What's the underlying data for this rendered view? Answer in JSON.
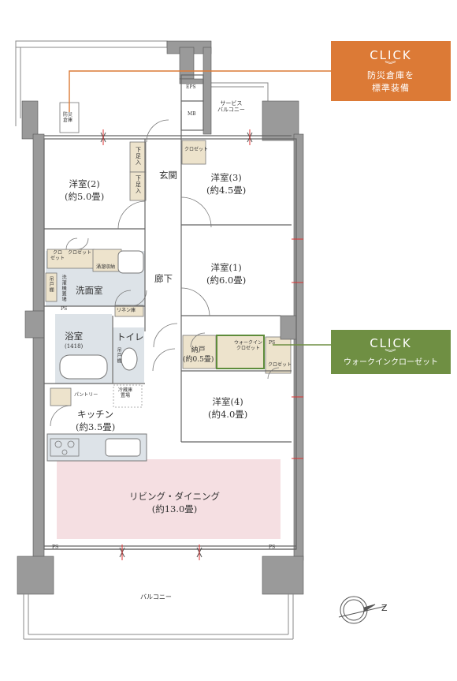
{
  "colors": {
    "wall": "#9a9a9a",
    "closet": "#ede3cc",
    "wet_area": "#dde3e8",
    "living_floor": "#f5dfe2",
    "orange_button": "#dc7a36",
    "green_button": "#6f8f43",
    "line": "#666666"
  },
  "rooms": {
    "western2": {
      "name": "洋室(2)",
      "size": "(約5.0畳)"
    },
    "western3": {
      "name": "洋室(3)",
      "size": "(約4.5畳)"
    },
    "western1": {
      "name": "洋室(1)",
      "size": "(約6.0畳)"
    },
    "western4": {
      "name": "洋室(4)",
      "size": "(約4.0畳)"
    },
    "kitchen": {
      "name": "キッチン",
      "size": "(約3.5畳)"
    },
    "living": {
      "name": "リビング・ダイニング",
      "size": "(約13.0畳)"
    },
    "storage": {
      "name": "納戸",
      "size": "(約0.5畳)"
    },
    "entrance": "玄関",
    "hallway": "廊下",
    "washroom": "洗面室",
    "bath": {
      "name": "浴室",
      "size": "(1418)"
    },
    "toilet": "トイレ"
  },
  "labels": {
    "service_balcony": "サービス\nバルコニー",
    "balcony": "バルコニー",
    "eps": "EPS",
    "mb": "MB",
    "ps": "PS",
    "closet": "クロゼット",
    "closet_short": "クロ\nゼット",
    "walkin_closet": "ウォークイン\nクロゼット",
    "shoe_box": "下足入",
    "disaster_storage": "防災\n倉庫",
    "storage_shelf": "涌溜収納",
    "linen": "リネン庫",
    "hanging_shelf": "吊戸棚",
    "laundry": "洗濯機置場",
    "pantry": "パントリー",
    "fridge": "冷蔵庫\n置場"
  },
  "buttons": {
    "disaster": {
      "click": "CLICK",
      "chevron": "︾",
      "text": "防災倉庫を\n標準装備"
    },
    "walkin": {
      "click": "CLICK",
      "chevron": "︾",
      "text": "ウォークインクローゼット"
    }
  },
  "compass": {
    "letter": "Z"
  }
}
